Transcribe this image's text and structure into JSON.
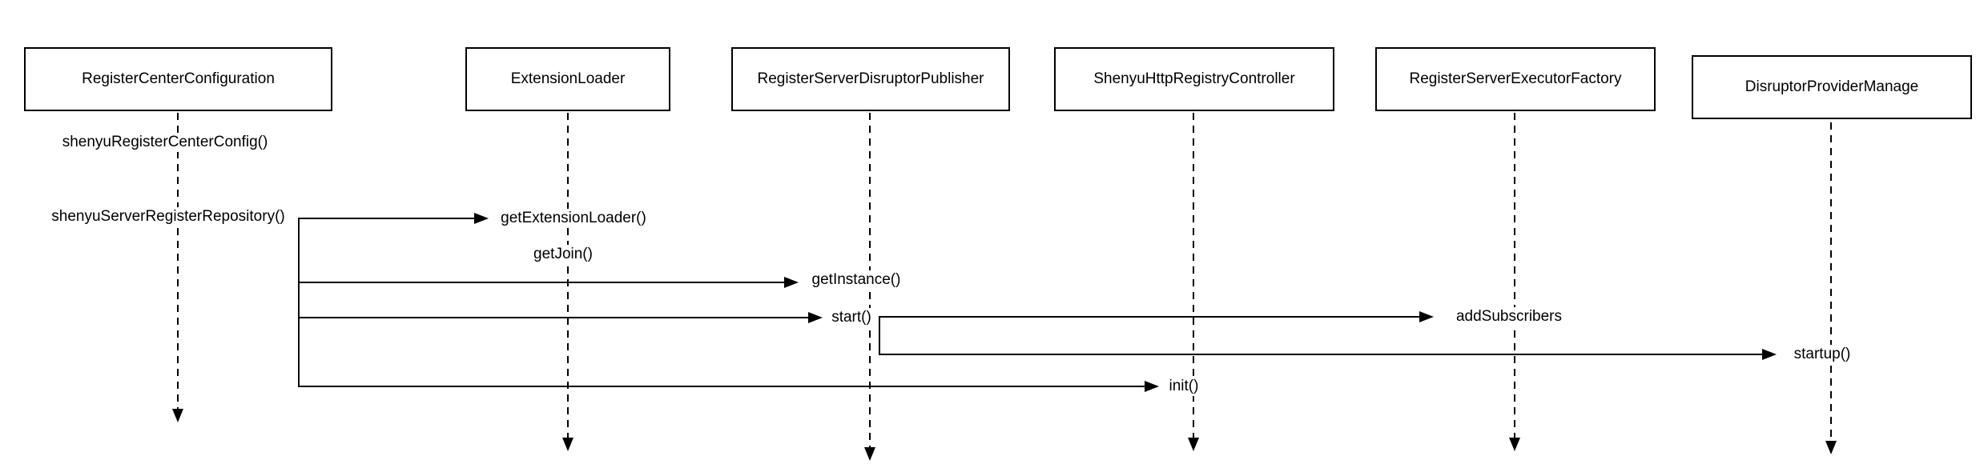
{
  "diagram": {
    "type": "sequence",
    "colors": {
      "line": "#000000",
      "background": "#ffffff",
      "text": "#000000"
    },
    "participants": [
      {
        "label": "RegisterCenterConfiguration"
      },
      {
        "label": "ExtensionLoader"
      },
      {
        "label": "RegisterServerDisruptorPublisher"
      },
      {
        "label": "ShenyuHttpRegistryController"
      },
      {
        "label": "RegisterServerExecutorFactory"
      },
      {
        "label": "DisruptorProviderManage"
      }
    ],
    "messages": [
      {
        "label": "shenyuRegisterCenterConfig()",
        "from": "RegisterCenterConfiguration",
        "to": "RegisterCenterConfiguration",
        "arrow": false
      },
      {
        "label": "shenyuServerRegisterRepository()",
        "from": "RegisterCenterConfiguration",
        "to": "RegisterCenterConfiguration",
        "arrow": false
      },
      {
        "label": "getExtensionLoader()",
        "from": "RegisterCenterConfiguration",
        "to": "ExtensionLoader",
        "arrow": true
      },
      {
        "label": "getJoin()",
        "from": "ExtensionLoader",
        "to": "ExtensionLoader",
        "arrow": false
      },
      {
        "label": "getInstance()",
        "from": "RegisterCenterConfiguration",
        "to": "RegisterServerDisruptorPublisher",
        "arrow": true
      },
      {
        "label": "start()",
        "from": "RegisterCenterConfiguration",
        "to": "RegisterServerDisruptorPublisher",
        "arrow": true
      },
      {
        "label": "addSubscribers",
        "from": "RegisterServerDisruptorPublisher",
        "to": "RegisterServerExecutorFactory",
        "arrow": true
      },
      {
        "label": "startup()",
        "from": "RegisterServerDisruptorPublisher",
        "to": "DisruptorProviderManage",
        "arrow": true
      },
      {
        "label": "init()",
        "from": "RegisterCenterConfiguration",
        "to": "ShenyuHttpRegistryController",
        "arrow": true
      }
    ]
  }
}
